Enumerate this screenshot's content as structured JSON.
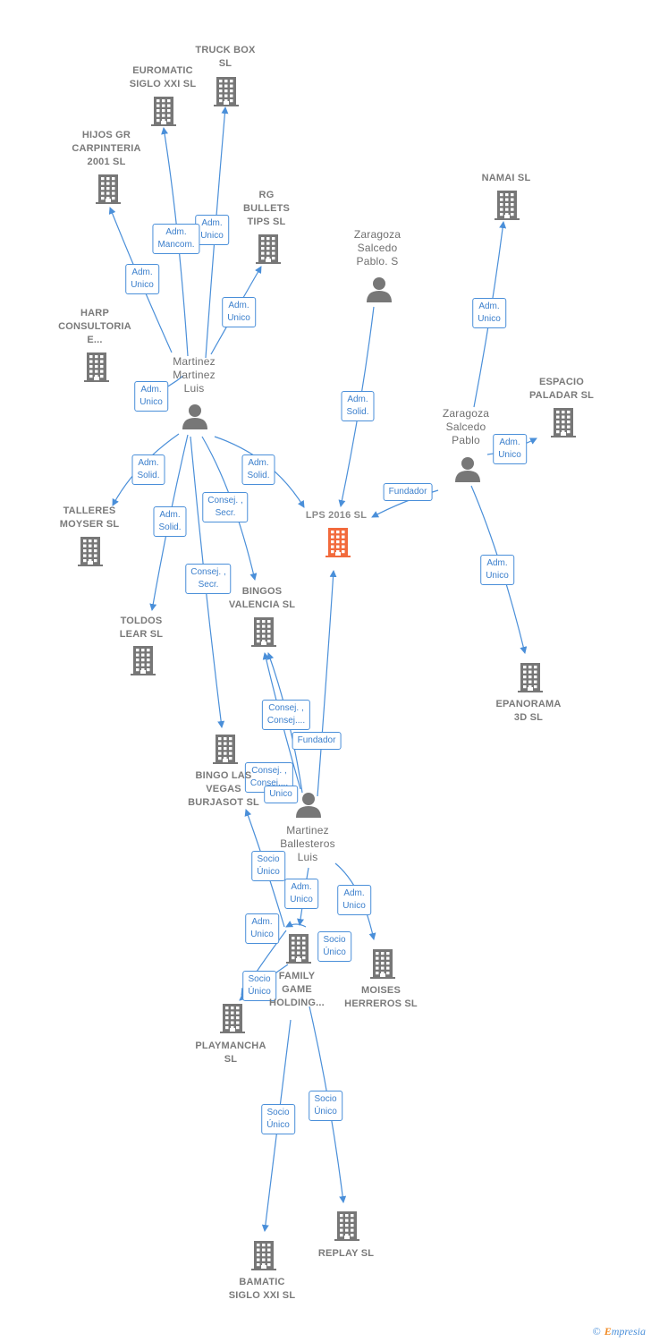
{
  "colors": {
    "edge": "#4a8fd9",
    "node_gray": "#777777",
    "focus": "#f26a3c",
    "label_gray": "#7a7a7a"
  },
  "nodes": [
    {
      "id": "truck",
      "type": "company",
      "label": "TRUCK BOX\nSL"
    },
    {
      "id": "euromatic",
      "type": "company",
      "label": "EUROMATIC\nSIGLO XXI SL"
    },
    {
      "id": "hijos",
      "type": "company",
      "label": "HIJOS GR\nCARPINTERIA\n2001 SL"
    },
    {
      "id": "rg",
      "type": "company",
      "label": "RG\nBULLETS\nTIPS  SL"
    },
    {
      "id": "harp",
      "type": "company",
      "label": "HARP\nCONSULTORIA\nE..."
    },
    {
      "id": "mml",
      "type": "person",
      "label": "Martinez\nMartinez\nLuis"
    },
    {
      "id": "zsps",
      "type": "person",
      "label": "Zaragoza\nSalcedo\nPablo.  S"
    },
    {
      "id": "namai",
      "type": "company",
      "label": "NAMAI SL"
    },
    {
      "id": "espacio",
      "type": "company",
      "label": "ESPACIO\nPALADAR SL"
    },
    {
      "id": "zsp",
      "type": "person",
      "label": "Zaragoza\nSalcedo\nPablo"
    },
    {
      "id": "lps",
      "type": "focus",
      "label": "LPS 2016  SL"
    },
    {
      "id": "talleres",
      "type": "company",
      "label": "TALLERES\nMOYSER SL"
    },
    {
      "id": "toldos",
      "type": "company",
      "label": "TOLDOS\nLEAR  SL"
    },
    {
      "id": "bingosv",
      "type": "company",
      "label": "BINGOS\nVALENCIA  SL"
    },
    {
      "id": "epanorama",
      "type": "company",
      "label": "EPANORAMA\n3D SL"
    },
    {
      "id": "bingolv",
      "type": "company",
      "label": "BINGO LAS\nVEGAS\nBURJASOT  SL"
    },
    {
      "id": "mbl",
      "type": "person",
      "label": "Martinez\nBallesteros\nLuis"
    },
    {
      "id": "family",
      "type": "company",
      "label": "FAMILY\nGAME\nHOLDING..."
    },
    {
      "id": "moises",
      "type": "company",
      "label": "MOISES\nHERREROS  SL"
    },
    {
      "id": "playmancha",
      "type": "company",
      "label": "PLAYMANCHA\nSL"
    },
    {
      "id": "bamatic",
      "type": "company",
      "label": "BAMATIC\nSIGLO XXI SL"
    },
    {
      "id": "replay",
      "type": "company",
      "label": "REPLAY SL"
    }
  ],
  "edges": [
    {
      "from": "mml",
      "to": "truck",
      "label": "Adm.\nUnico"
    },
    {
      "from": "mml",
      "to": "euromatic",
      "label": "Adm.\nMancom."
    },
    {
      "from": "mml",
      "to": "hijos",
      "label": "Adm.\nUnico"
    },
    {
      "from": "mml",
      "to": "rg",
      "label": "Adm.\nUnico"
    },
    {
      "from": "mml",
      "to": "harp",
      "label": "Adm.\nUnico"
    },
    {
      "from": "mml",
      "to": "talleres",
      "label": "Adm.\nSolid."
    },
    {
      "from": "mml",
      "to": "toldos",
      "label": "Adm.\nSolid."
    },
    {
      "from": "mml",
      "to": "bingosv",
      "label": "Consej. ,\nSecr."
    },
    {
      "from": "mml",
      "to": "bingolv",
      "label": "Consej. ,\nSecr."
    },
    {
      "from": "mml",
      "to": "lps",
      "label": "Adm.\nSolid."
    },
    {
      "from": "zsps",
      "to": "lps",
      "label": "Adm.\nSolid."
    },
    {
      "from": "zsp",
      "to": "lps",
      "label": "Fundador"
    },
    {
      "from": "zsp",
      "to": "namai",
      "label": "Adm.\nUnico"
    },
    {
      "from": "zsp",
      "to": "espacio",
      "label": "Adm.\nUnico"
    },
    {
      "from": "zsp",
      "to": "epanorama",
      "label": "Adm.\nUnico"
    },
    {
      "from": "mbl",
      "to": "lps",
      "label": "Fundador"
    },
    {
      "from": "mbl",
      "to": "bingosv",
      "label": "Consej. ,\nConsej...."
    },
    {
      "from": "mbl",
      "to": "bingolv",
      "label": "Consej. ,\nConsej...."
    },
    {
      "from": "mbl",
      "to": "bingosv",
      "label": "Unico"
    },
    {
      "from": "mbl",
      "to": "family",
      "label": "Adm.\nUnico"
    },
    {
      "from": "mbl",
      "to": "moises",
      "label": "Adm.\nUnico"
    },
    {
      "from": "family",
      "to": "bingolv",
      "label": "Socio\nÚnico"
    },
    {
      "from": "family",
      "to": "playmancha",
      "label": "Adm.\nUnico"
    },
    {
      "from": "family",
      "to": "moises",
      "label": "Socio\nÚnico"
    },
    {
      "from": "family",
      "to": "playmancha",
      "label": "Socio\nÚnico"
    },
    {
      "from": "family",
      "to": "bamatic",
      "label": "Socio\nÚnico"
    },
    {
      "from": "family",
      "to": "replay",
      "label": "Socio\nÚnico"
    }
  ],
  "footer": {
    "copyright": "©",
    "brand_first": "E",
    "brand_rest": "mpresia"
  }
}
